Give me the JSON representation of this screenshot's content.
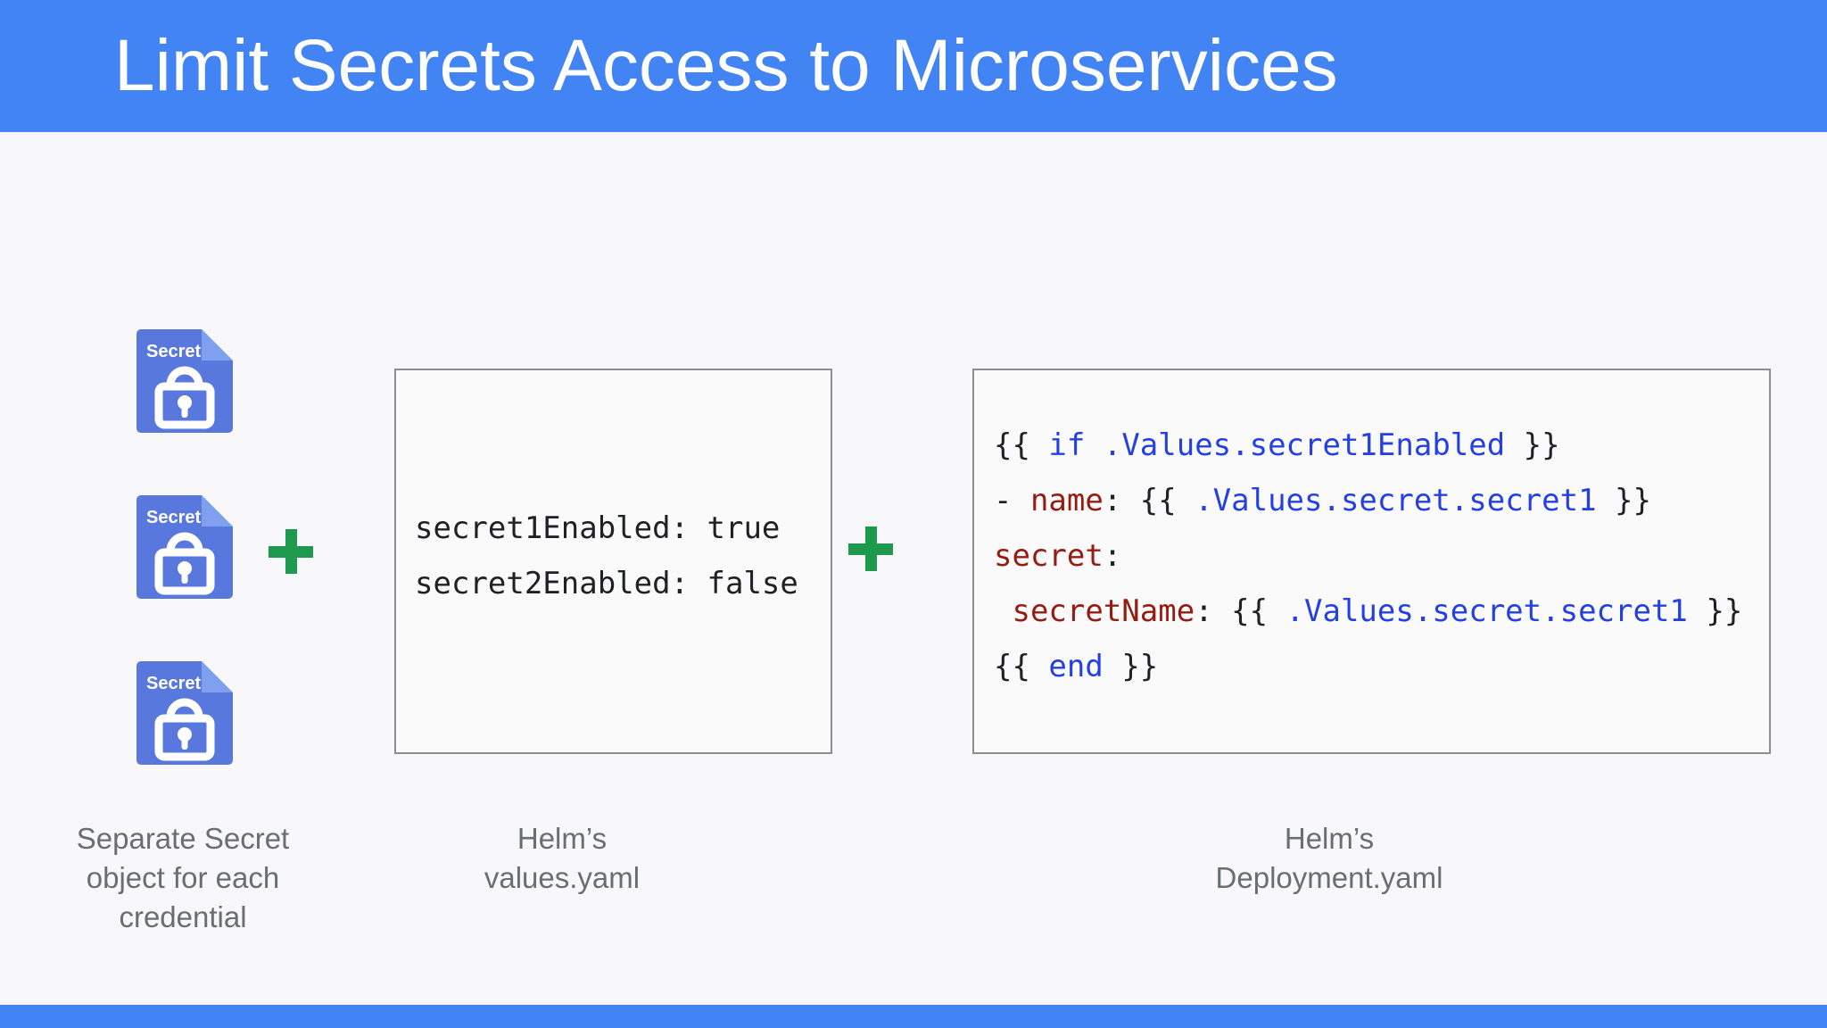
{
  "title": "Limit Secrets Access to Microservices",
  "colors": {
    "header_blue": "#4384F4",
    "footer_blue": "#4384F4",
    "secret_icon_blue": "#5878DE",
    "secret_icon_fold_blue": "#7FA0EE",
    "plus_green": "#1E9A4E",
    "code_blue": "#2440E3",
    "code_dark_red": "#951C10",
    "code_black": "#202124",
    "caption_gray": "#6A6D71",
    "box_border_gray": "#8E8E8E",
    "background": "#F8F8FA"
  },
  "secret_icon": {
    "label": "Secret"
  },
  "plus_symbol": "+",
  "captions": {
    "left": [
      "Separate Secret",
      "object for each",
      "credential"
    ],
    "middle": [
      "Helm’s",
      "values.yaml"
    ],
    "right": [
      "Helm’s",
      "Deployment.yaml"
    ]
  },
  "values_yaml": {
    "lines": [
      "secret1Enabled: true",
      "secret2Enabled: false"
    ]
  },
  "deployment_yaml": {
    "lines": [
      [
        {
          "t": "{{ ",
          "c": "p"
        },
        {
          "t": "if",
          "c": "b"
        },
        {
          "t": " ",
          "c": "p"
        },
        {
          "t": ".Values.secret1Enabled",
          "c": "b"
        },
        {
          "t": " }}",
          "c": "p"
        }
      ],
      [
        {
          "t": "- ",
          "c": "p"
        },
        {
          "t": "name",
          "c": "r"
        },
        {
          "t": ": {{ ",
          "c": "p"
        },
        {
          "t": ".Values.secret.secret1",
          "c": "b"
        },
        {
          "t": " }}",
          "c": "p"
        }
      ],
      [
        {
          "t": "secret",
          "c": "r"
        },
        {
          "t": ":",
          "c": "p"
        }
      ],
      [
        {
          "t": " ",
          "c": "p"
        },
        {
          "t": "secretName",
          "c": "r"
        },
        {
          "t": ": {{ ",
          "c": "p"
        },
        {
          "t": ".Values.secret.secret1",
          "c": "b"
        },
        {
          "t": " }}",
          "c": "p"
        }
      ],
      [
        {
          "t": "{{ ",
          "c": "p"
        },
        {
          "t": "end",
          "c": "b"
        },
        {
          "t": " }}",
          "c": "p"
        }
      ]
    ]
  }
}
